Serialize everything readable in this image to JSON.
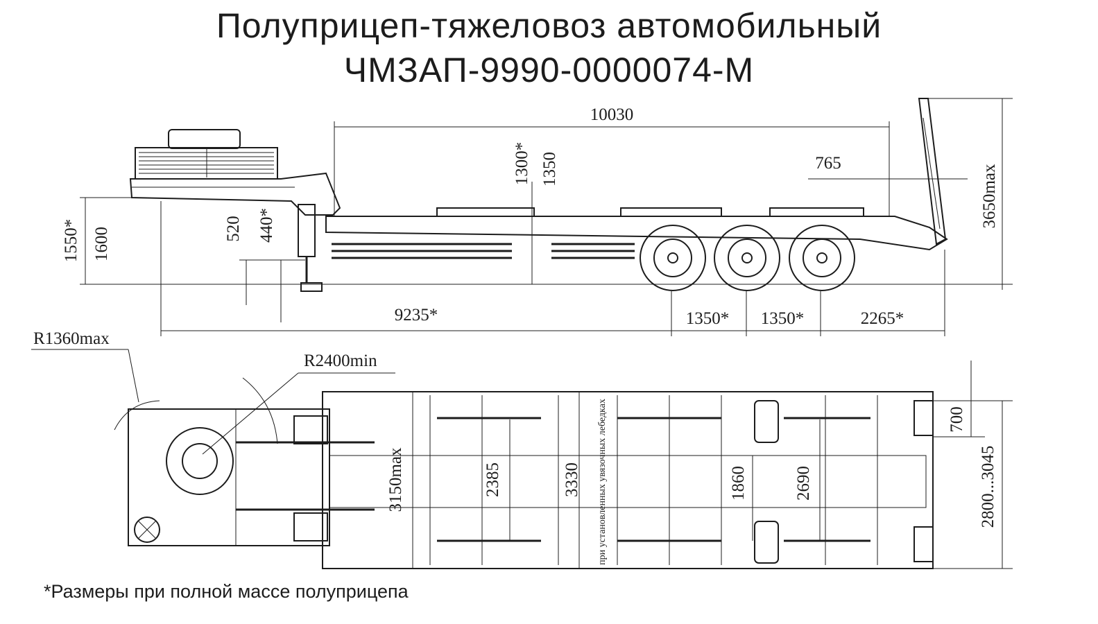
{
  "title_line1": "Полуприцеп-тяжеловоз автомобильный",
  "title_line2": "ЧМЗАП-9990-0000074-М",
  "footnote": "*Размеры при полной массе полуприцепа",
  "side_view": {
    "total_length": "10030",
    "platform_height_star": "1300*",
    "platform_height": "1350",
    "ramp_offset": "765",
    "max_height": "3650max",
    "fifth_wheel_height_star": "1550*",
    "fifth_wheel_height": "1600",
    "deck_height": "520",
    "deck_height_star": "440*",
    "kingpin_to_axle": "9235*",
    "axle_spacing_1": "1350*",
    "axle_spacing_2": "1350*",
    "rear_overhang": "2265*"
  },
  "top_view": {
    "front_radius": "R1360max",
    "turning_radius": "R2400min",
    "width_max": "3150max",
    "inner_width": "2385",
    "outer_width": "3330",
    "winch_note": "при установленных увязочных лебедках",
    "track_inner": "1860",
    "track_outer": "2690",
    "ramp_width": "700",
    "ramp_span": "2800...3045"
  }
}
